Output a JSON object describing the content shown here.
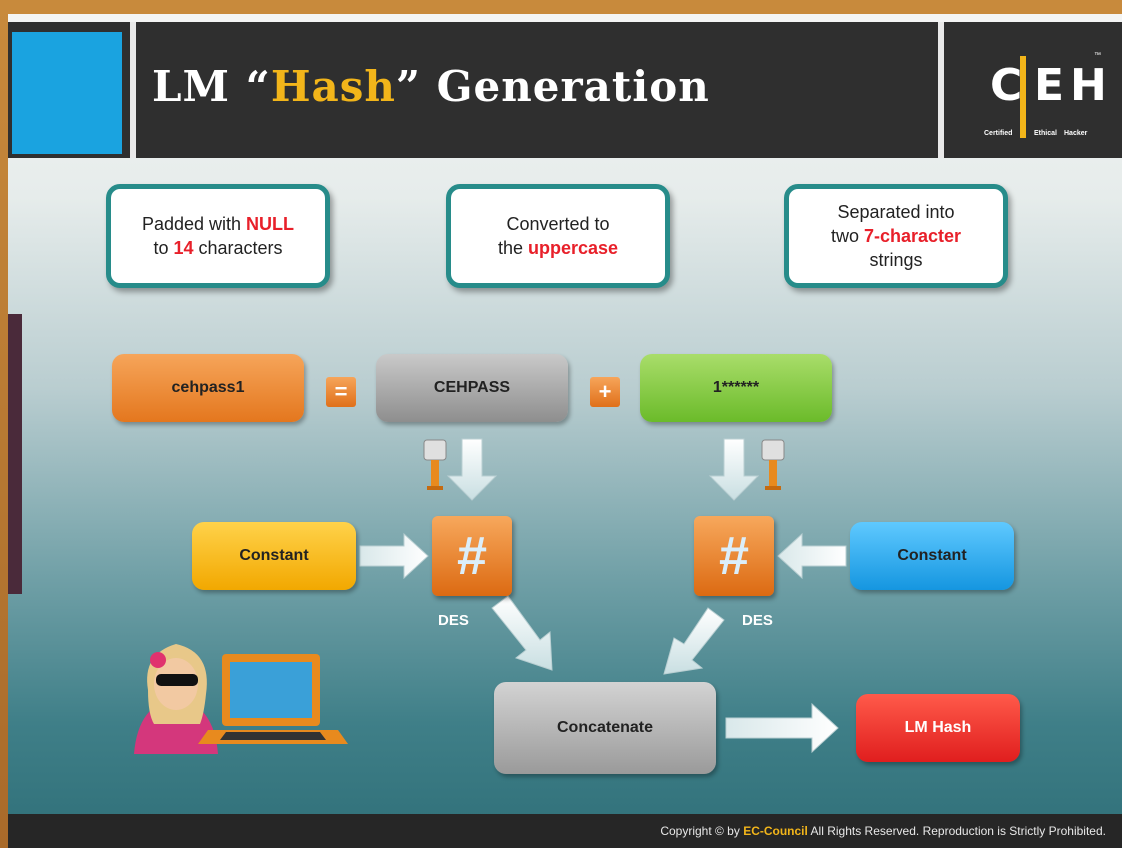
{
  "title": {
    "prefix": "LM “",
    "highlight": "Hash",
    "suffix": "” Generation"
  },
  "logo": {
    "letters": [
      "C",
      "E",
      "H"
    ],
    "tagline": [
      "Certified",
      "Ethical",
      "Hacker"
    ],
    "tm": "™"
  },
  "callouts": [
    {
      "parts": [
        {
          "text": "Padded with ",
          "red": false
        },
        {
          "text": "NULL",
          "red": true
        },
        {
          "text": "\nto ",
          "red": false
        },
        {
          "text": "14",
          "red": true
        },
        {
          "text": " characters",
          "red": false
        }
      ]
    },
    {
      "parts": [
        {
          "text": "Converted to\nthe ",
          "red": false
        },
        {
          "text": "uppercase",
          "red": true
        }
      ]
    },
    {
      "parts": [
        {
          "text": "Separated into\ntwo ",
          "red": false
        },
        {
          "text": "7-character",
          "red": true
        },
        {
          "text": "\nstrings",
          "red": false
        }
      ]
    }
  ],
  "flow": {
    "password": "cehpass1",
    "equals": "=",
    "left_half": "CEHPASS",
    "plus": "+",
    "right_half": "1******",
    "constant_left": "Constant",
    "constant_right": "Constant",
    "hash_symbol": "#",
    "des_left": "DES",
    "des_right": "DES",
    "concatenate": "Concatenate",
    "result": "LM Hash"
  },
  "footer": {
    "copyright_prefix": "Copyright © by ",
    "brand": "EC-Council",
    "copyright_suffix": " All Rights Reserved. Reproduction is Strictly Prohibited."
  },
  "colors": {
    "accent": "#f2b51a",
    "teal_border": "#278c8a",
    "highlight_red": "#e8202a",
    "header_bg": "#2f2f2f"
  }
}
